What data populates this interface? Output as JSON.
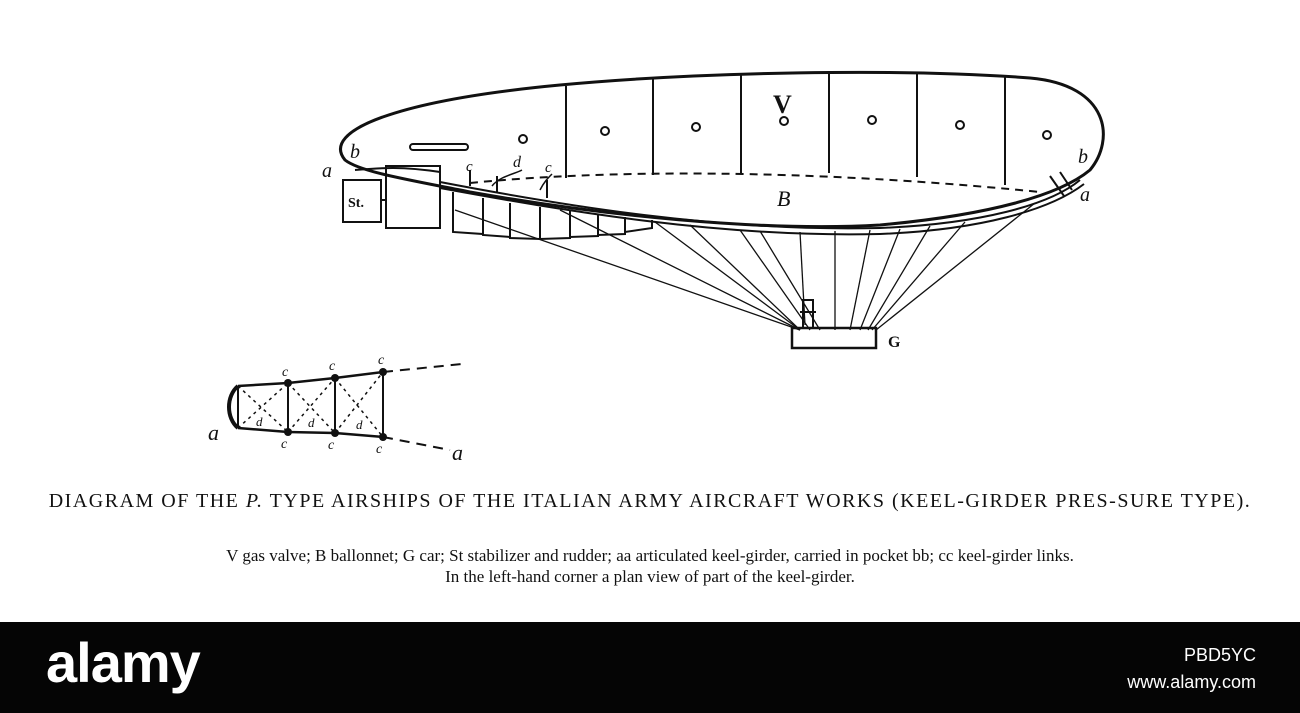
{
  "diagram": {
    "labels": {
      "valve": "V",
      "ballonnet": "B",
      "car": "G",
      "stabilizer": "St.",
      "keel_a": "a",
      "pocket_b": "b",
      "link_c": "c",
      "d": "d"
    },
    "line_color": "#111111"
  },
  "caption": {
    "title_pre": "DIAGRAM OF THE ",
    "title_em": "P.",
    "title_post": " TYPE AIRSHIPS OF THE ITALIAN ARMY AIRCRAFT WORKS (KEEL-GIRDER PRES-SURE TYPE).",
    "legend_line1": "V gas valve; B ballonnet; G car; St stabilizer and rudder; aa articulated keel-girder, carried in pocket bb; cc keel-girder links.",
    "legend_line2": "In the left-hand corner a plan view of part of the keel-girder."
  },
  "footer": {
    "brand": "alamy",
    "image_id": "PBD5YC",
    "url": "www.alamy.com",
    "background": "#050505"
  }
}
